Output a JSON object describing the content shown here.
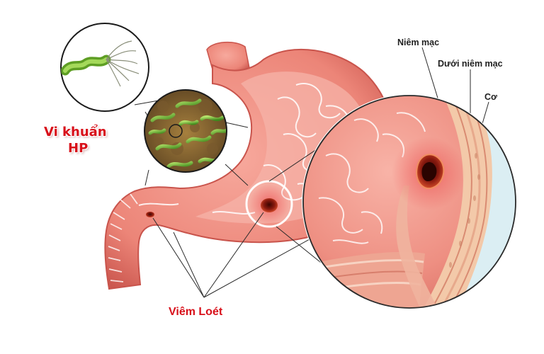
{
  "labels": {
    "bacteria_line1": "Vi khuẩn",
    "bacteria_line2": "HP",
    "ulcer": "Viêm Loét",
    "mucosa": "Niêm mạc",
    "submucosa": "Dưới niêm mạc",
    "muscle": "Cơ"
  },
  "colors": {
    "stomach": "#ec8578",
    "stomach_dark": "#c9544c",
    "mucosa_fold": "#f6b3a8",
    "ulcer": "#8a1a10",
    "label_red": "#d8101a",
    "bacteria": "#7cc23a"
  }
}
